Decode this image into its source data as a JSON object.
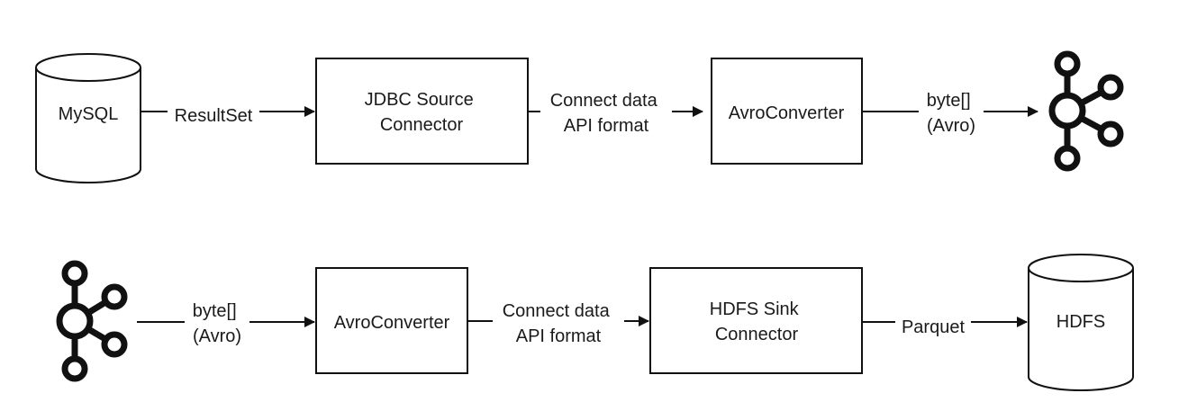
{
  "row1": {
    "mysql": "MySQL",
    "resultset": "ResultSet",
    "jdbc": [
      "JDBC Source",
      "Connector"
    ],
    "connect": [
      "Connect data",
      "API format"
    ],
    "avro_converter": "AvroConverter",
    "byte_avro": [
      "byte[]",
      "(Avro)"
    ]
  },
  "row2": {
    "byte_avro": [
      "byte[]",
      "(Avro)"
    ],
    "avro_converter": "AvroConverter",
    "connect": [
      "Connect data",
      "API format"
    ],
    "hdfs_sink": [
      "HDFS Sink",
      "Connector"
    ],
    "parquet": "Parquet",
    "hdfs": "HDFS"
  },
  "icons": [
    "kafka-icon",
    "kafka-icon"
  ]
}
